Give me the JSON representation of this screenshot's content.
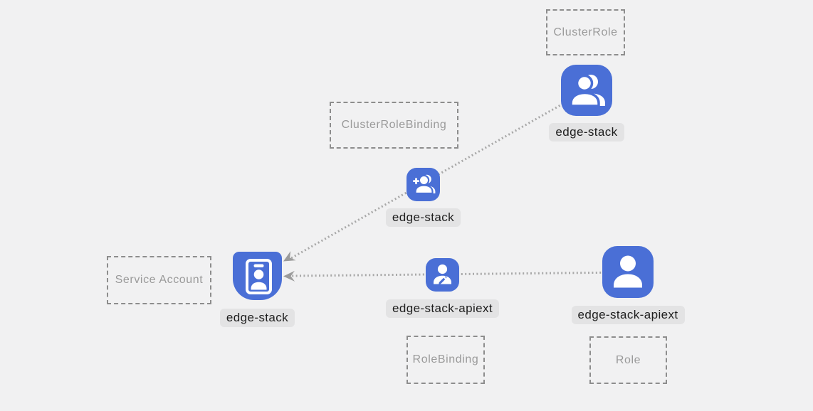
{
  "canvas": {
    "background": "#f1f1f2",
    "accent_blue": "#4a6fd6",
    "edge_color": "#a8a8a8",
    "arrow_color": "#9b9b9b",
    "box_border_color": "#8d8d8d",
    "box_text_color": "#9a9a9a",
    "chip_background": "#e3e3e4",
    "chip_text_color": "#1e1e1e"
  },
  "type_boxes": {
    "cluster_role": {
      "label": "ClusterRole"
    },
    "cluster_role_binding": {
      "label": "ClusterRoleBinding"
    },
    "service_account": {
      "label": "Service Account"
    },
    "role_binding": {
      "label": "RoleBinding"
    },
    "role": {
      "label": "Role"
    }
  },
  "nodes": {
    "cluster_role_node": {
      "label": "edge-stack",
      "icon": "users-icon",
      "kind": "ClusterRole"
    },
    "cluster_role_binding_node": {
      "label": "edge-stack",
      "icon": "user-plus-icon",
      "kind": "ClusterRoleBinding"
    },
    "service_account_node": {
      "label": "edge-stack",
      "icon": "id-badge-icon",
      "kind": "Service Account"
    },
    "role_binding_node": {
      "label": "edge-stack-apiext",
      "icon": "user-edit-icon",
      "kind": "RoleBinding"
    },
    "role_node": {
      "label": "edge-stack-apiext",
      "icon": "user-icon",
      "kind": "Role"
    }
  },
  "edges": [
    {
      "from": "cluster_role_node",
      "through": "cluster_role_binding_node",
      "to": "service_account_node",
      "style": "dotted-arrow"
    },
    {
      "from": "role_node",
      "through": "role_binding_node",
      "to": "service_account_node",
      "style": "dotted-arrow"
    }
  ]
}
